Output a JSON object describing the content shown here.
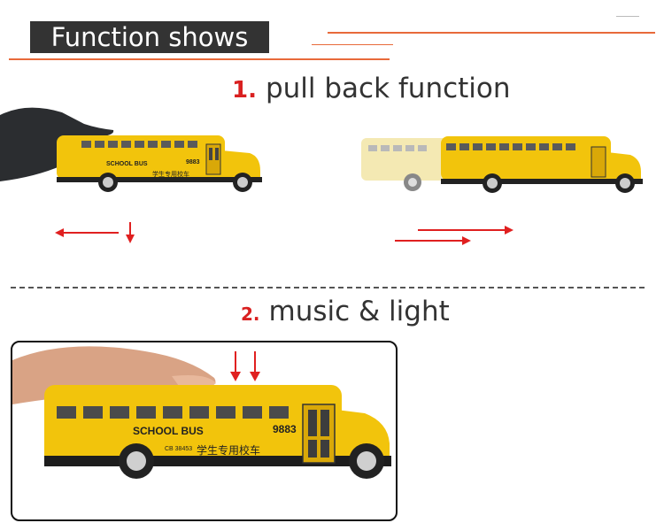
{
  "header": {
    "title": "Function shows"
  },
  "sections": [
    {
      "number": "1.",
      "label": "pull back function"
    },
    {
      "number": "2.",
      "label": "music & light"
    }
  ],
  "bus": {
    "label": "SCHOOL BUS",
    "number": "9883",
    "chinese": "学生专用校车",
    "plate": "CB 38453"
  },
  "colors": {
    "accent_line": "#e86a3a",
    "arrow": "#e02020",
    "bus_yellow": "#f2c40c"
  }
}
